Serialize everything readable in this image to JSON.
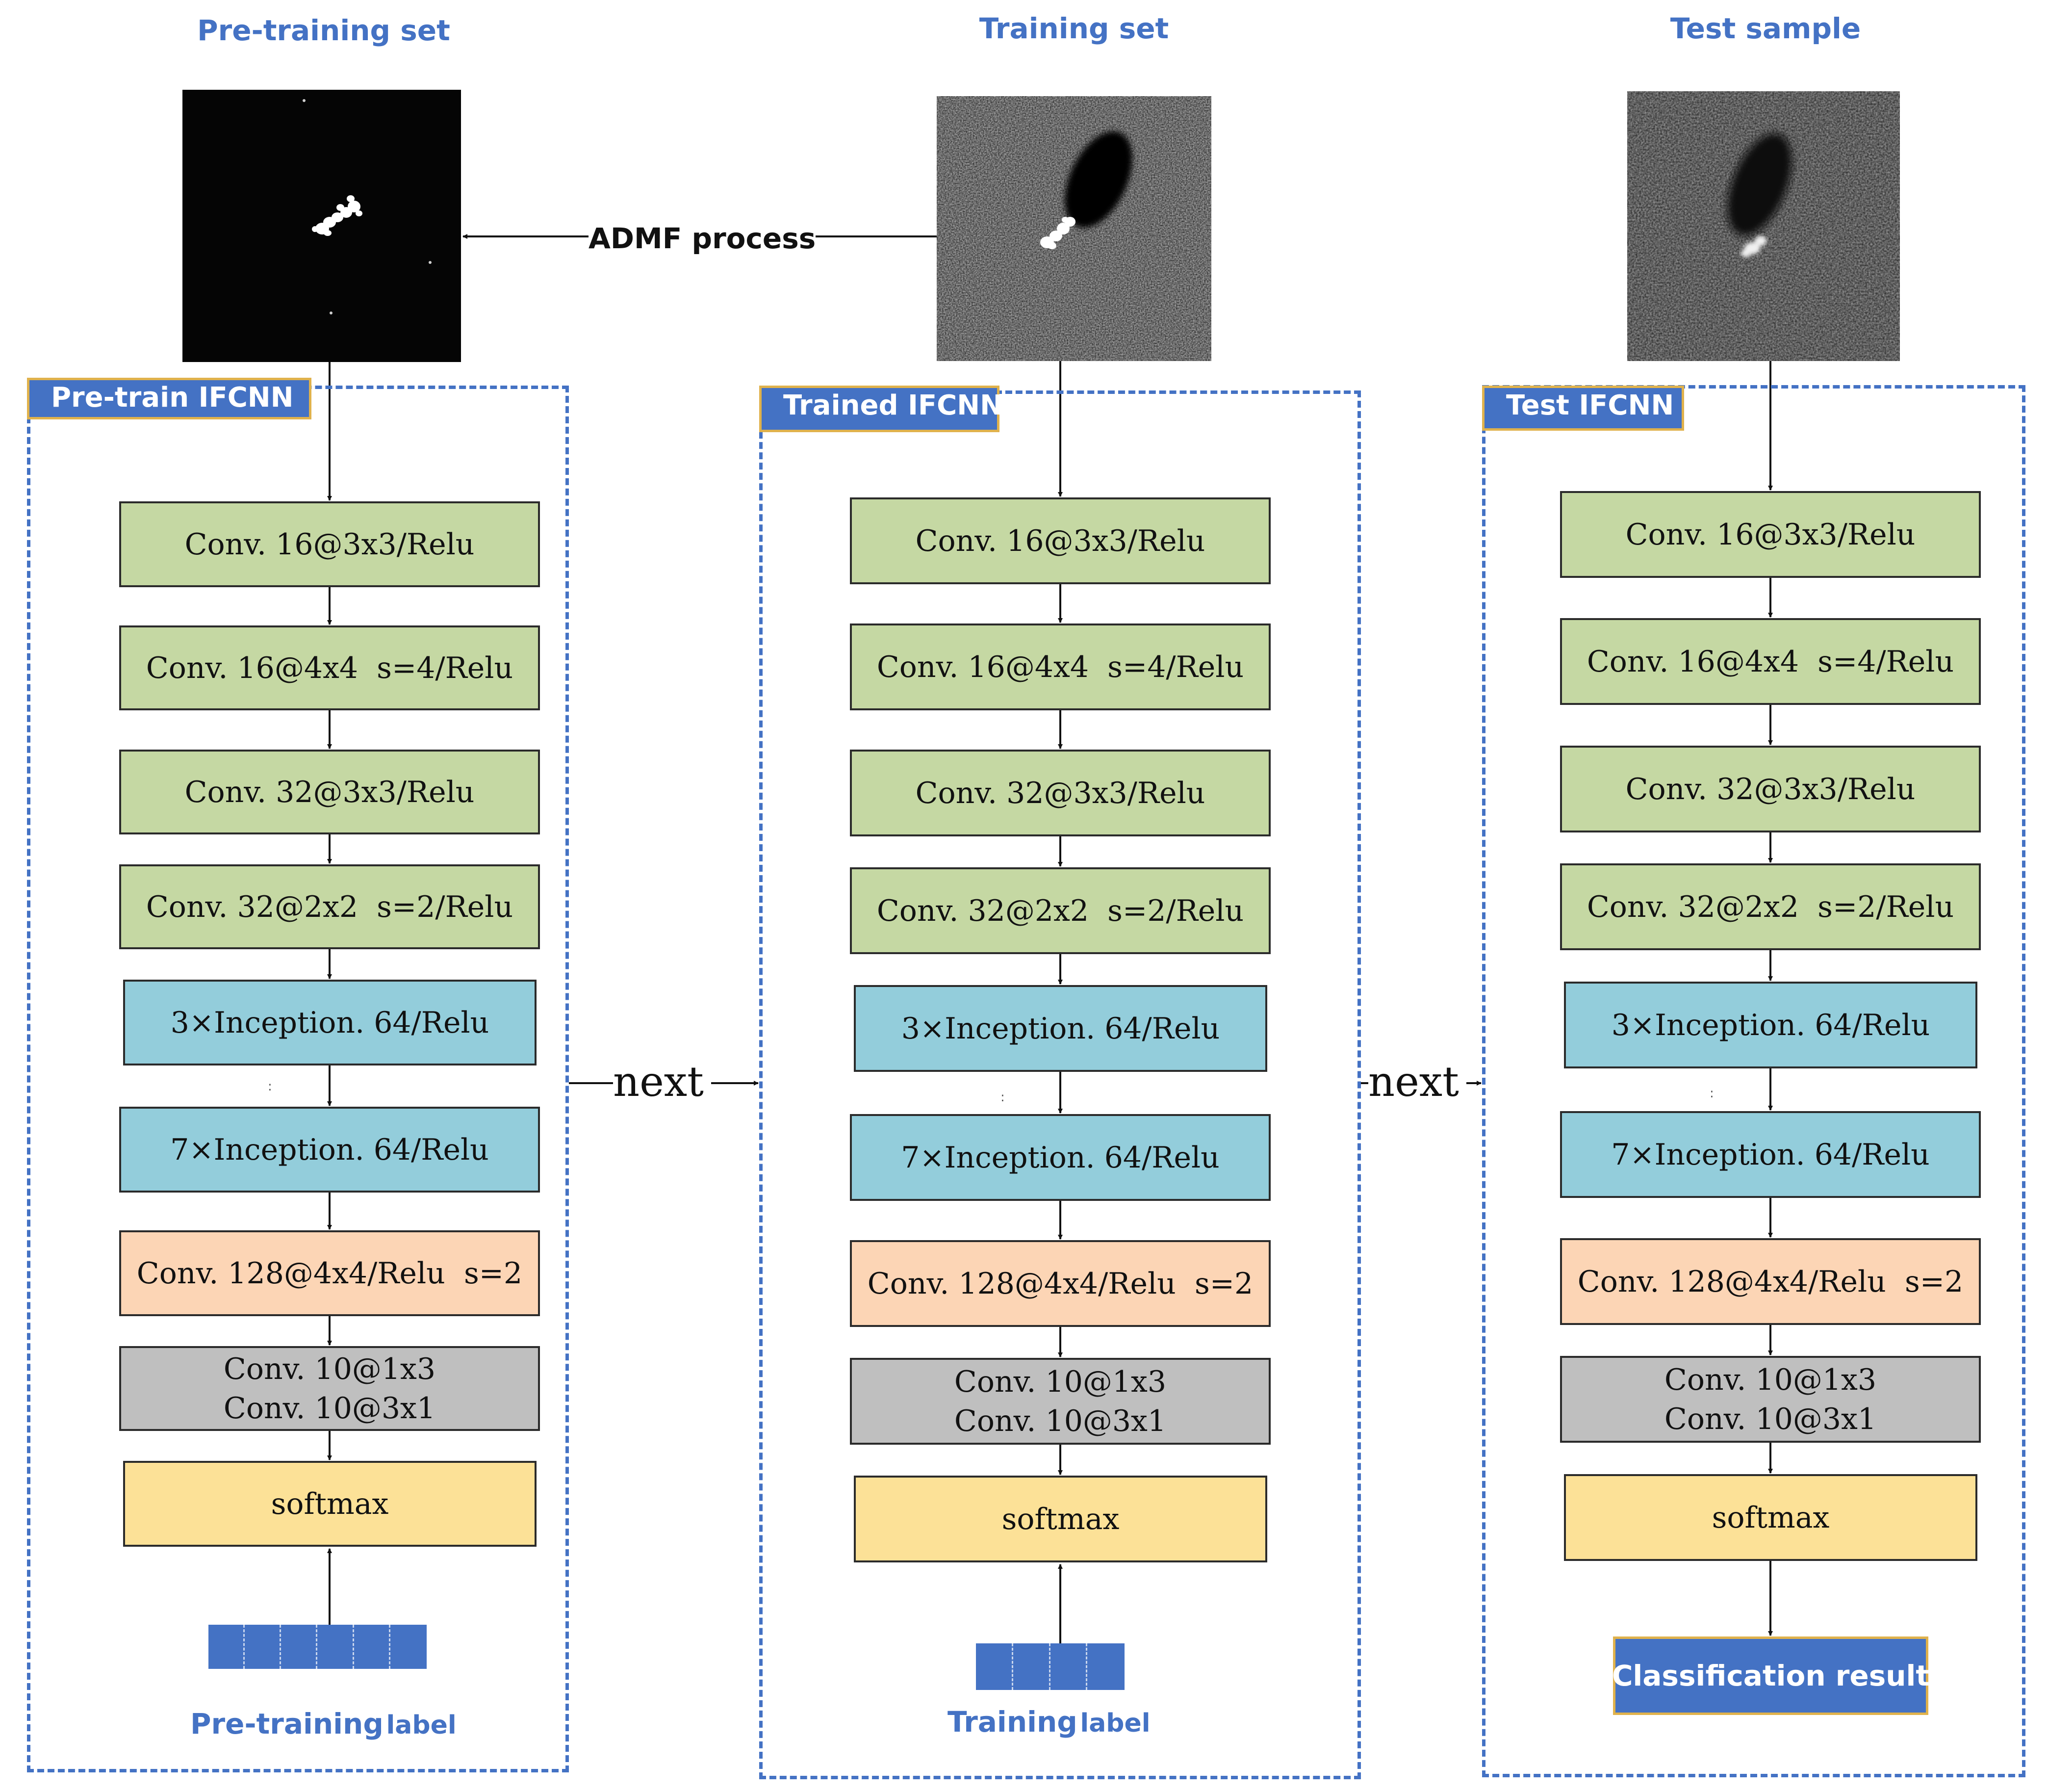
{
  "colors": {
    "accent_blue": "#4472c4",
    "heading_blue": "#4472c4",
    "tag_border": "#e0b24c",
    "conv_green": "#c5d8a3",
    "inception_teal": "#93cddb",
    "conv128_peach": "#fcd5b5",
    "conv10_gray": "#bfbfbf",
    "softmax_yellow": "#fce197"
  },
  "columns": [
    {
      "heading": "Pre-training set",
      "network_tag": "Pre-train IFCNN",
      "layers": {
        "conv1": "Conv. 16@3x3/Relu",
        "conv2": "Conv. 16@4x4  s=4/Relu",
        "conv3": "Conv. 32@3x3/Relu",
        "conv4": "Conv. 32@2x2  s=2/Relu",
        "inception3": "3×Inception. 64/Relu",
        "inception7": "7×Inception. 64/Relu",
        "conv128": "Conv. 128@4x4/Relu  s=2",
        "conv10_a": "Conv. 10@1x3",
        "conv10_b": "Conv. 10@3x1",
        "softmax": "softmax"
      },
      "caption_main": "Pre-training",
      "caption_suffix": "label"
    },
    {
      "heading": "Training set",
      "network_tag": "Trained IFCNN",
      "layers": {
        "conv1": "Conv. 16@3x3/Relu",
        "conv2": "Conv. 16@4x4  s=4/Relu",
        "conv3": "Conv. 32@3x3/Relu",
        "conv4": "Conv. 32@2x2  s=2/Relu",
        "inception3": "3×Inception. 64/Relu",
        "inception7": "7×Inception. 64/Relu",
        "conv128": "Conv. 128@4x4/Relu  s=2",
        "conv10_a": "Conv. 10@1x3",
        "conv10_b": "Conv. 10@3x1",
        "softmax": "softmax"
      },
      "caption_main": "Training",
      "caption_suffix": "label"
    },
    {
      "heading": "Test sample",
      "network_tag": "Test  IFCNN",
      "layers": {
        "conv1": "Conv. 16@3x3/Relu",
        "conv2": "Conv. 16@4x4  s=4/Relu",
        "conv3": "Conv. 32@3x3/Relu",
        "conv4": "Conv. 32@2x2  s=2/Relu",
        "inception3": "3×Inception. 64/Relu",
        "inception7": "7×Inception. 64/Relu",
        "conv128": "Conv. 128@4x4/Relu  s=2",
        "conv10_a": "Conv. 10@1x3",
        "conv10_b": "Conv. 10@3x1",
        "softmax": "softmax"
      },
      "result": "Classification result"
    }
  ],
  "admf_label": "ADMF process",
  "next_label": "next"
}
